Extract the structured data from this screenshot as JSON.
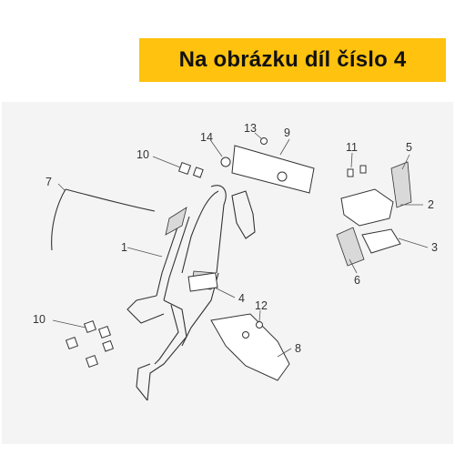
{
  "banner": {
    "text": "Na obrázku díl číslo 4",
    "background": "#ffc20e"
  },
  "callouts": {
    "c1": "1",
    "c2": "2",
    "c3": "3",
    "c4": "4",
    "c5": "5",
    "c6": "6",
    "c7": "7",
    "c8": "8",
    "c9": "9",
    "c10a": "10",
    "c10b": "10",
    "c11": "11",
    "c12": "12",
    "c13": "13",
    "c14": "14"
  }
}
